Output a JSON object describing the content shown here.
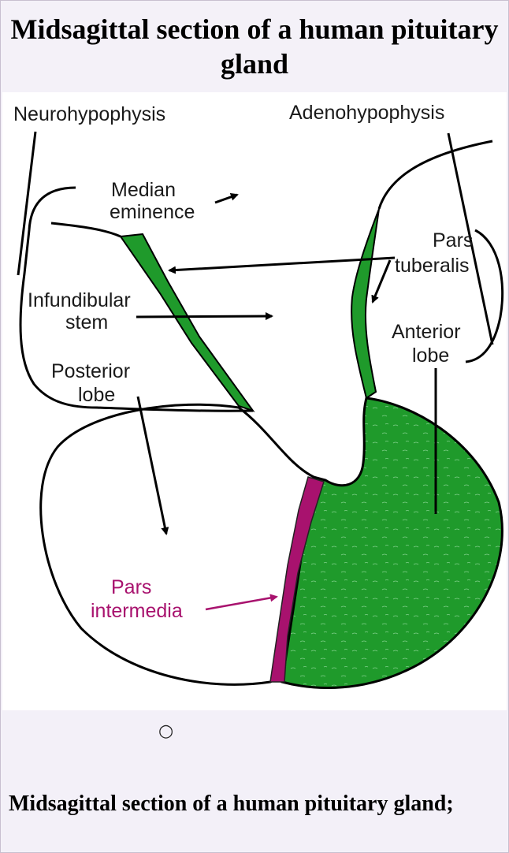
{
  "title": "Midsagittal section of a human pituitary gland",
  "diagram": {
    "labels": {
      "neurohypophysis": "Neurohypophysis",
      "adenohypophysis": "Adenohypophysis",
      "median_1": "Median",
      "median_2": "eminence",
      "pars_tuberalis_1": "Pars",
      "pars_tuberalis_2": "tuberalis",
      "infundibular_1": "Infundibular",
      "infundibular_2": "stem",
      "anterior_1": "Anterior",
      "anterior_2": "lobe",
      "posterior_1": "Posterior",
      "posterior_2": "lobe",
      "pars_intermedia_1": "Pars",
      "pars_intermedia_2": "intermedia"
    },
    "colors": {
      "adenohypophysis_fill": "#1f9a2b",
      "pars_intermedia": "#a8126e",
      "outline": "#000000"
    }
  },
  "caption": {
    "bullet": "○",
    "text": "Midsagittal section of a human pituitary gland;"
  }
}
